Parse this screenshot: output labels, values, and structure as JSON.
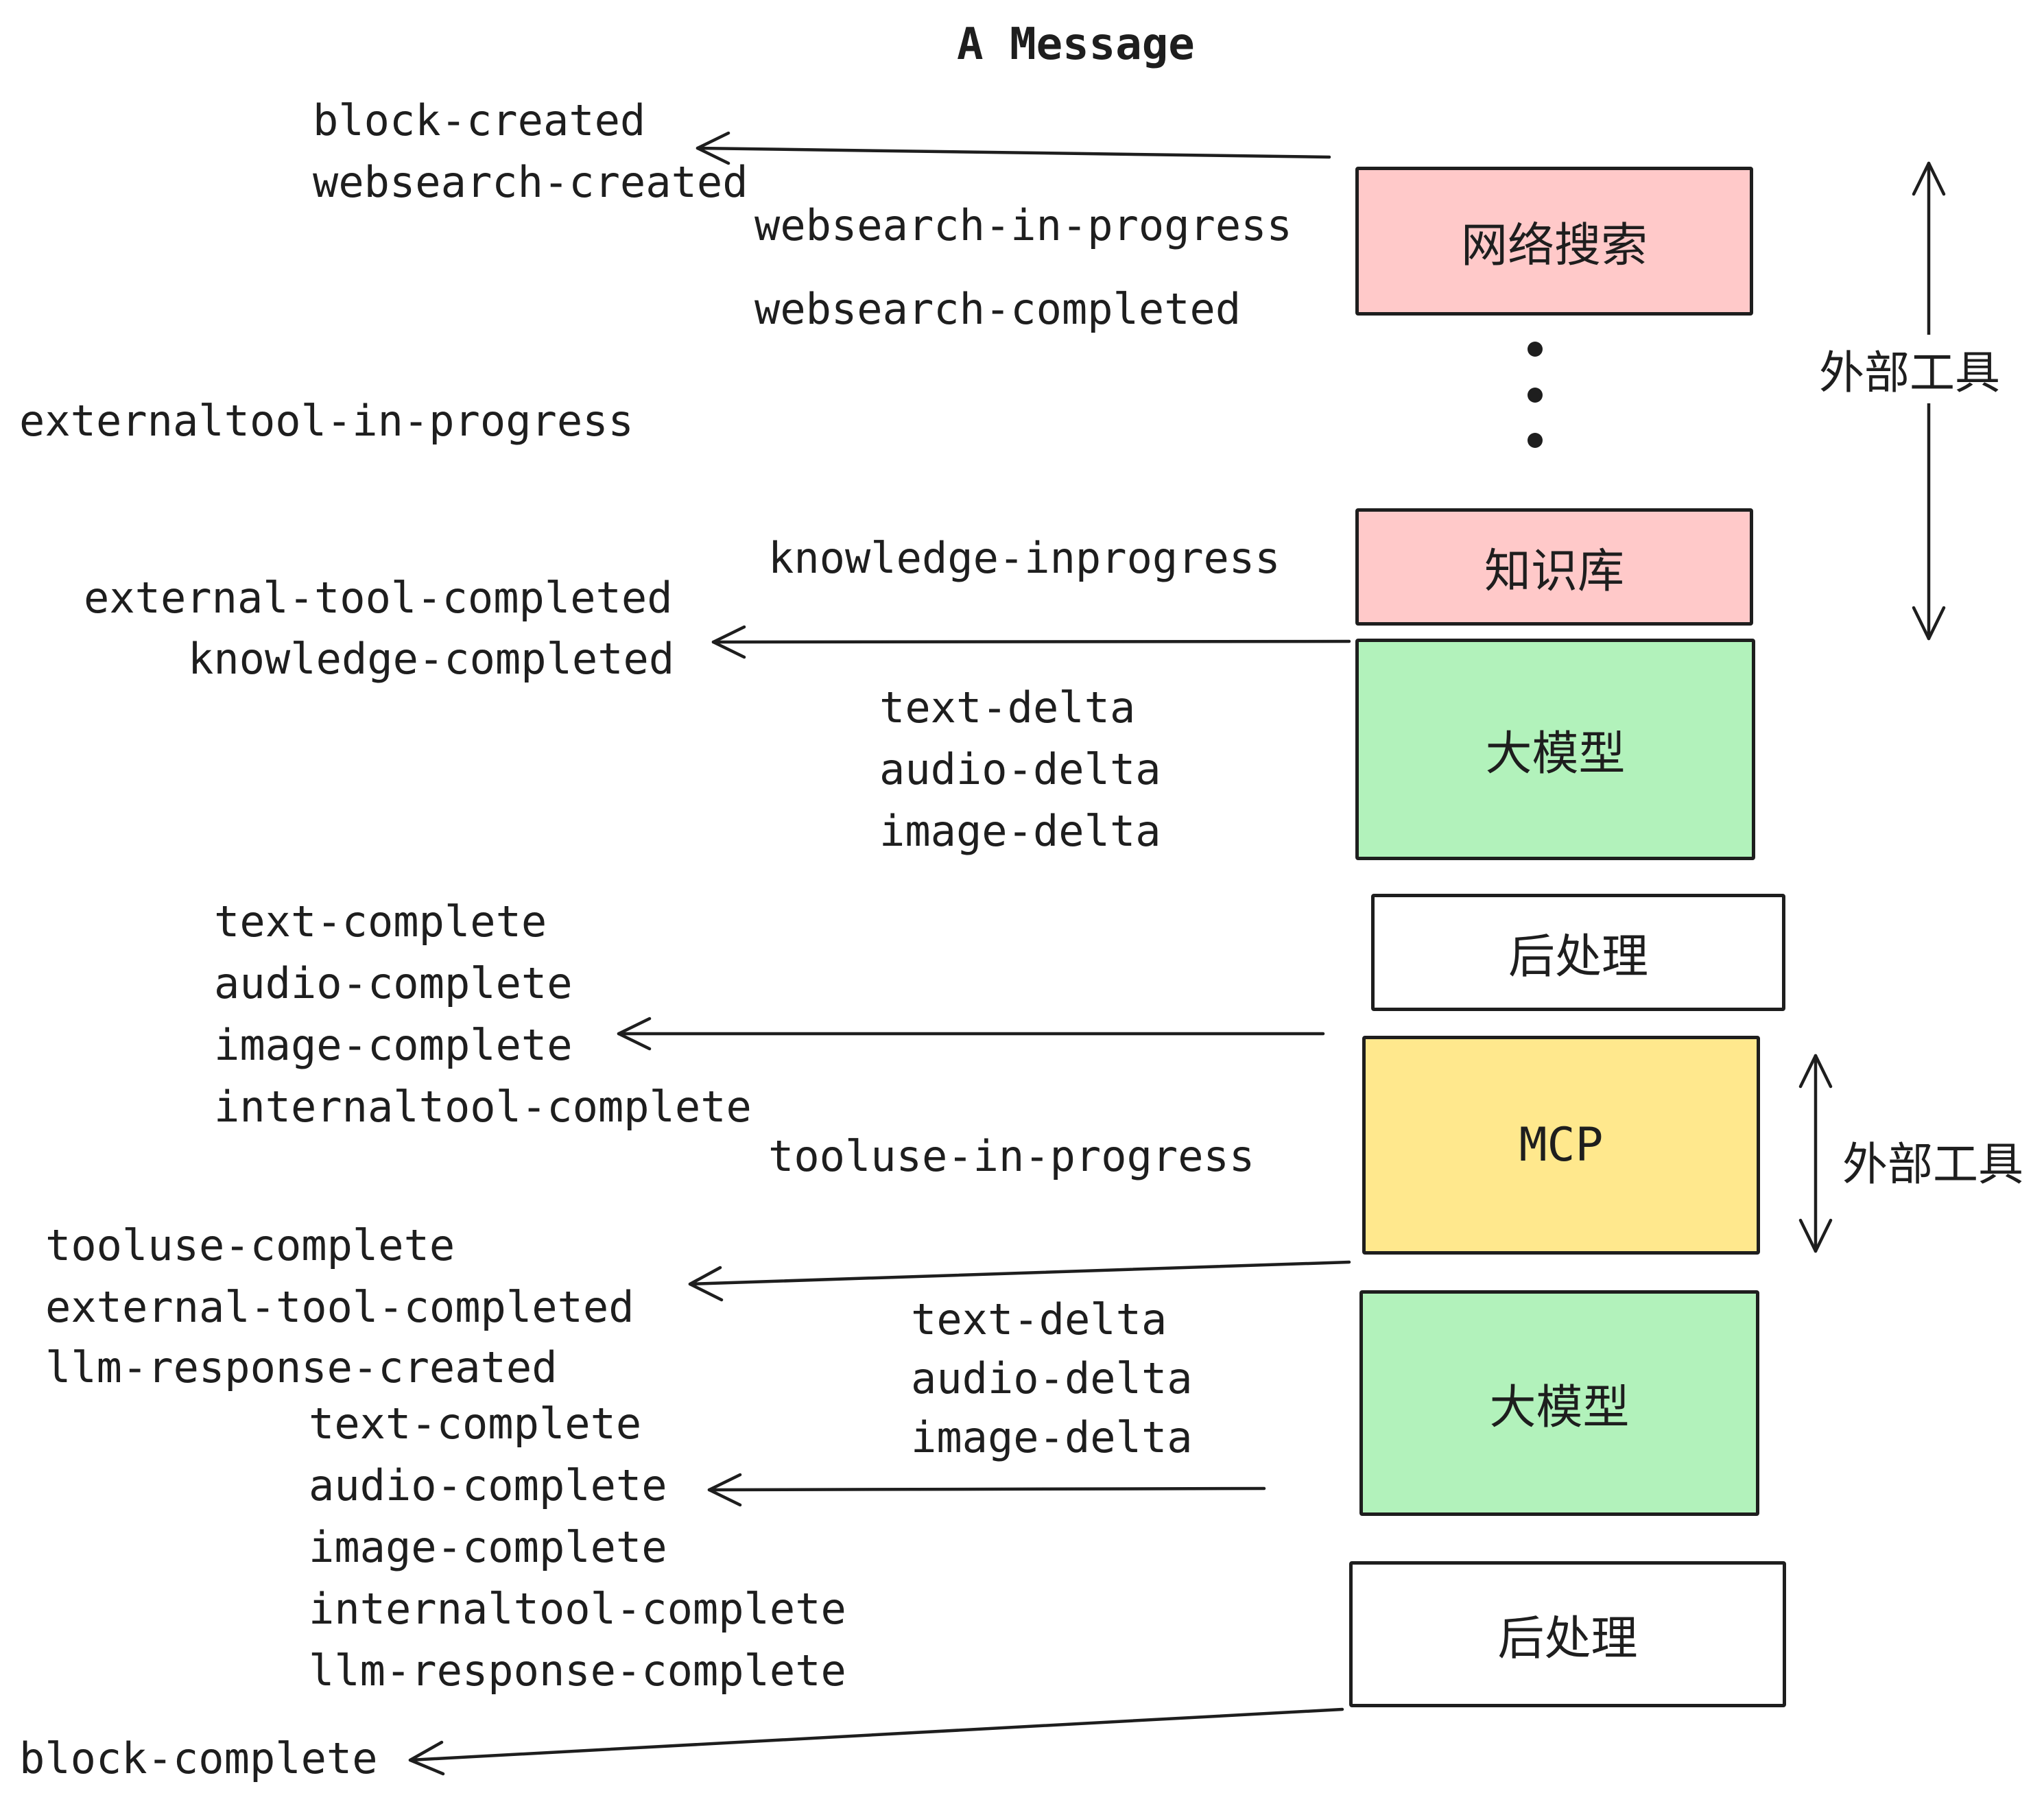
{
  "title": "A Message",
  "labels": {
    "block_created": "block-created",
    "websearch_created": "websearch-created",
    "websearch_in_progress": "websearch-in-progress",
    "websearch_completed": "websearch-completed",
    "externaltool_in_progress": "externaltool-in-progress",
    "knowledge_inprogress": "knowledge-inprogress",
    "external_tool_completed_1": "external-tool-completed",
    "knowledge_completed": "knowledge-completed",
    "text_delta_1": "text-delta",
    "audio_delta_1": "audio-delta",
    "image_delta_1": "image-delta",
    "text_complete_1": "text-complete",
    "audio_complete_1": "audio-complete",
    "image_complete_1": "image-complete",
    "internaltool_complete_1": "internaltool-complete",
    "tooluse_in_progress": "tooluse-in-progress",
    "tooluse_complete": "tooluse-complete",
    "external_tool_completed_2": "external-tool-completed",
    "llm_response_created": "llm-response-created",
    "text_complete_2": "text-complete",
    "audio_complete_2": "audio-complete",
    "image_complete_2": "image-complete",
    "internaltool_complete_2": "internaltool-complete",
    "llm_response_complete": "llm-response-complete",
    "text_delta_2": "text-delta",
    "audio_delta_2": "audio-delta",
    "image_delta_2": "image-delta",
    "block_complete": "block-complete"
  },
  "boxes": {
    "websearch": "网络搜索",
    "knowledge": "知识库",
    "llm_1": "大模型",
    "postprocess_1": "后处理",
    "mcp": "MCP",
    "llm_2": "大模型",
    "postprocess_2": "后处理"
  },
  "side_labels": {
    "external_tool_top": "外部工具",
    "external_tool_bottom": "外部工具"
  },
  "colors": {
    "pink": "#ffc9c9",
    "green": "#b2f2bb",
    "yellow": "#ffe88d",
    "white": "#ffffff",
    "stroke": "#1e1e1e"
  }
}
